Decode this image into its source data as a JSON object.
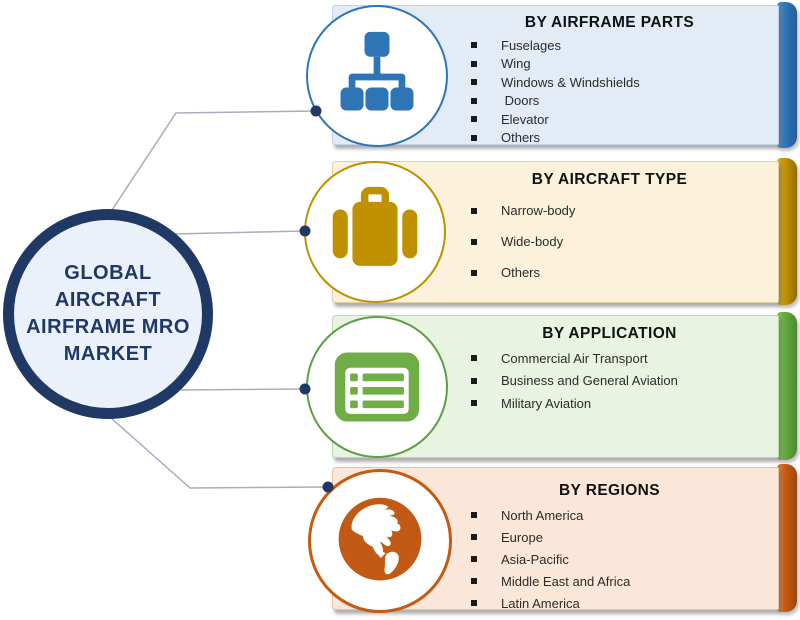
{
  "center": {
    "label": "GLOBAL AIRCRAFT AIRFRAME MRO MARKET",
    "lines": [
      "GLOBAL",
      "AIRCRAFT",
      "AIRFRAME MRO",
      "MARKET"
    ]
  },
  "panels": [
    {
      "title": "BY AIRFRAME PARTS",
      "icon": "sitemap-icon",
      "accent_color": "#2E75B6",
      "background_color": "#E2EBF6",
      "items": [
        "Fuselages",
        "Wing",
        "Windows & Windshields",
        " Doors",
        "Elevator",
        "Others"
      ]
    },
    {
      "title": "BY AIRCRAFT TYPE",
      "icon": "briefcase-icon",
      "accent_color": "#BF9000",
      "background_color": "#FCF1DA",
      "items": [
        "Narrow-body",
        "Wide-body",
        "Others"
      ]
    },
    {
      "title": "BY APPLICATION",
      "icon": "list-icon",
      "accent_color": "#62A73F",
      "background_color": "#E9F3E2",
      "items": [
        "Commercial Air Transport",
        "Business and General Aviation",
        "Military Aviation"
      ]
    },
    {
      "title": "BY REGIONS",
      "icon": "globe-americas-icon",
      "accent_color": "#C55A11",
      "background_color": "#FBE7D9",
      "items": [
        "North America",
        "Europe",
        "Asia-Pacific",
        "Middle East and Africa",
        "Latin America"
      ]
    }
  ],
  "colors": {
    "center_ring": "#1F3864",
    "center_fill": "#EAF1FA",
    "connector_line": "#A8AEBC",
    "connector_dot": "#203864"
  }
}
